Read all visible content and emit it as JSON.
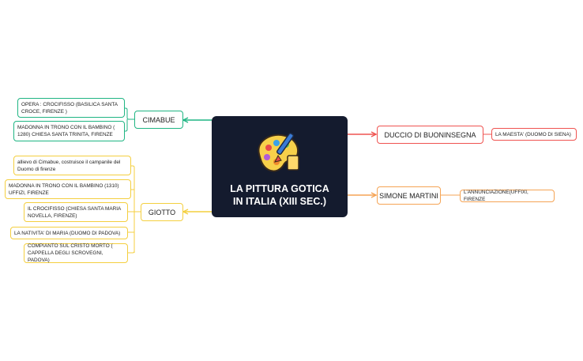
{
  "central": {
    "title": "LA PITTURA GOTICA\nIN ITALIA (XIII SEC.)",
    "icon": "painter-palette-icon"
  },
  "colors": {
    "cimabue": "#1fb583",
    "duccio": "#ef5350",
    "simone": "#f5a455",
    "giotto": "#f4cf3f",
    "central_bg": "#141b2e"
  },
  "branches": {
    "cimabue": {
      "label": "CIMABUE",
      "leaves": [
        "OPERA : CROCIFISSO (BASILICA SANTA CROCE, FIRENZE )",
        "MADONNA IN TRONO CON IL BAMBINO ( 1280) CHIESA SANTA TRINITA, FIRENZE"
      ]
    },
    "duccio": {
      "label": "DUCCIO DI BUONINSEGNA",
      "leaves": [
        "LA MAESTA' (DUOMO DI SIENA)"
      ]
    },
    "simone": {
      "label": "SIMONE MARTINI",
      "leaves": [
        "L'ANNUNCIAZIONE(UFFIXI, FIRENZE"
      ]
    },
    "giotto": {
      "label": "GIOTTO",
      "leaves": [
        "allievo di Cimabue, costruisce il campanile del Duomo di firenze",
        "MADONNA IN TRONO CON IL BAMBINO (1310) UFFIZI, FIRENZE",
        "IL CROCIFISSO (CHIESA SANTA MARIA NOVELLA, FIRENZE)",
        "LA NATIVITA' DI MARIA (DUOMO DI PADOVA)",
        "COMPIANTO SUL CRISTO MORTO ( CAPPELLA DEGLI SCROVEGNI, PADOVA)"
      ]
    }
  }
}
